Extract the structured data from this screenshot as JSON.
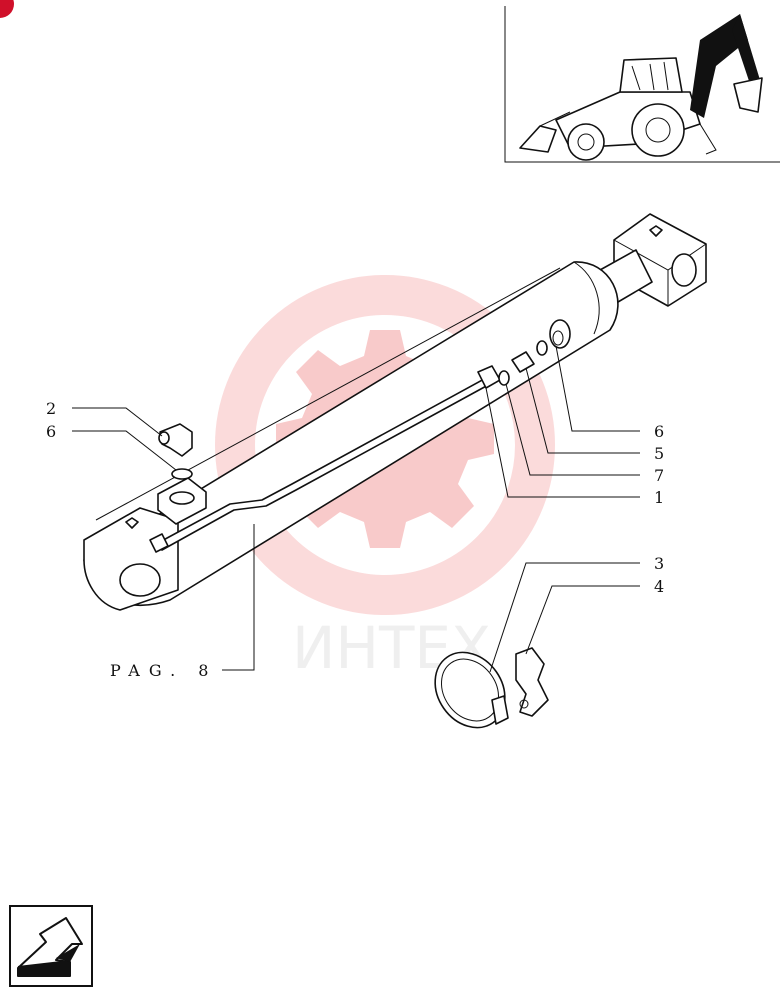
{
  "callouts": {
    "c2": "2",
    "c6_left": "6",
    "c6_right": "6",
    "c5": "5",
    "c7": "7",
    "c1": "1",
    "c3": "3",
    "c4": "4"
  },
  "page_ref": "PAG. 8",
  "watermark": {
    "text": "ИНТЕХ",
    "color": "#f08080"
  },
  "icons": {
    "machine": "backhoe-loader-icon",
    "nav": "next-page-arrow-icon",
    "corner": "red-corner-badge-icon"
  }
}
